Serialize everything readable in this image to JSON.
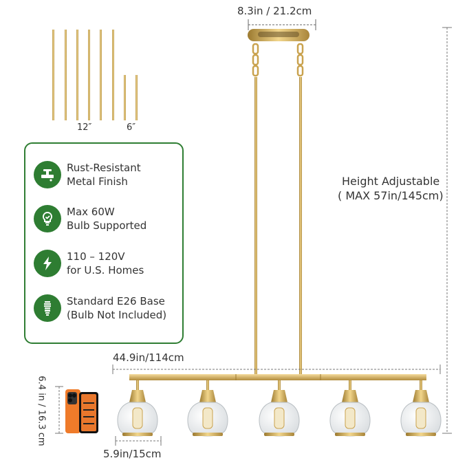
{
  "dimensions": {
    "canopy": "8.3in / 21.2cm",
    "height_line1": "Height Adjustable",
    "height_line2": "( MAX 57in/145cm)",
    "length": "44.9in/114cm",
    "shade": "5.9in/15cm",
    "phone": "6.4 in / 16.3 cm"
  },
  "rods": {
    "long_label": "12″",
    "short_label": "6″"
  },
  "features": [
    {
      "icon": "faucet-icon",
      "line1": "Rust-Resistant",
      "line2": "Metal Finish"
    },
    {
      "icon": "bulb-icon",
      "line1": "Max 60W",
      "line2": "Bulb Supported"
    },
    {
      "icon": "lightning-icon",
      "line1": "110 – 120V",
      "line2": "for U.S. Homes"
    },
    {
      "icon": "cfl-bulb-icon",
      "line1": "Standard E26 Base",
      "line2": "(Bulb Not Included)"
    }
  ],
  "colors": {
    "accent": "#2e7d32",
    "brass": "#c9a24e"
  }
}
